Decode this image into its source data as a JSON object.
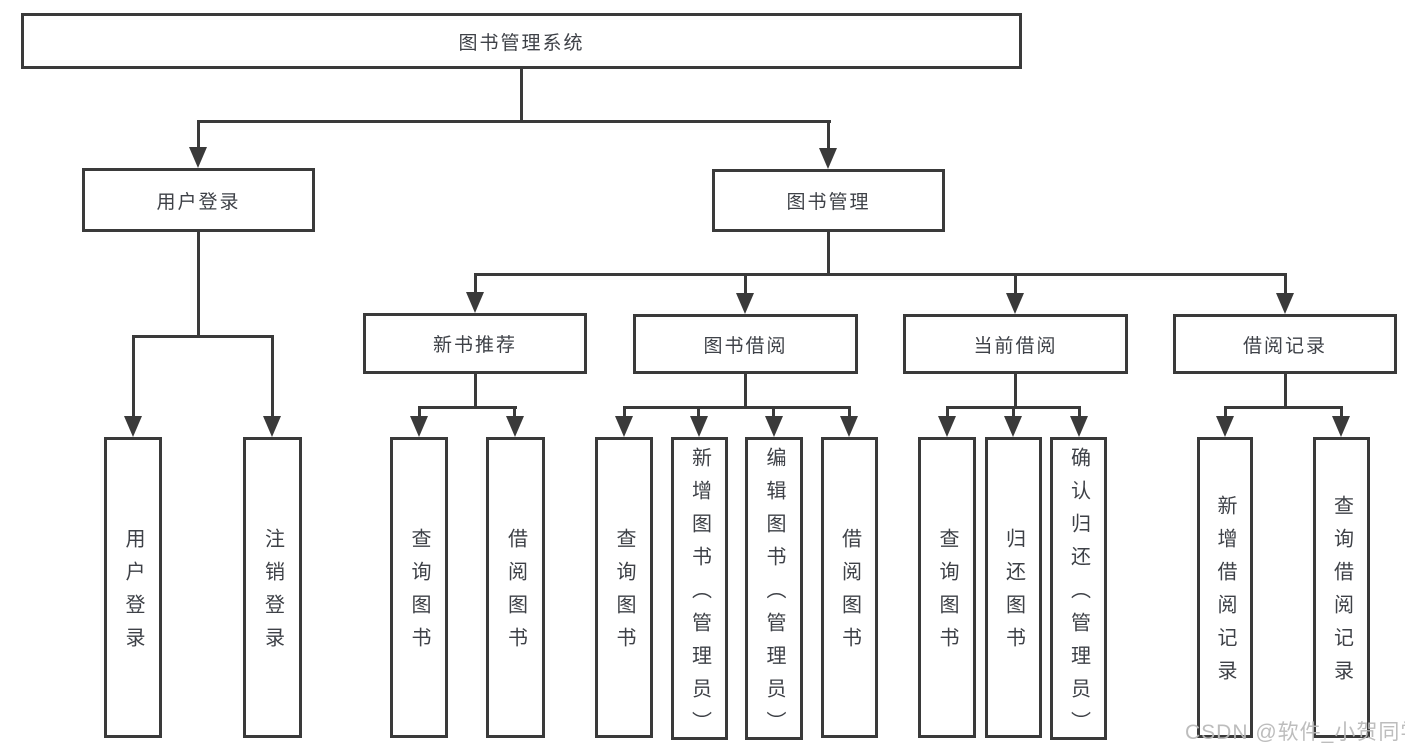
{
  "tree": {
    "root": {
      "label": "图书管理系统"
    },
    "user_login": {
      "label": "用户登录",
      "leaves": [
        "用户登录",
        "注销登录"
      ]
    },
    "book_mgmt": {
      "label": "图书管理",
      "branches": [
        {
          "label": "新书推荐",
          "leaves": [
            "查询图书",
            "借阅图书"
          ]
        },
        {
          "label": "图书借阅",
          "leaves": [
            "查询图书",
            "新增图书（管理员）",
            "编辑图书（管理员）",
            "借阅图书"
          ]
        },
        {
          "label": "当前借阅",
          "leaves": [
            "查询图书",
            "归还图书",
            "确认归还（管理员）"
          ]
        },
        {
          "label": "借阅记录",
          "leaves": [
            "新增借阅记录",
            "查询借阅记录"
          ]
        }
      ]
    }
  },
  "watermark": "CSDN @软件_小贺同学",
  "colors": {
    "line": "#3a3a3a",
    "text": "#3e4147",
    "watermark": "#b9b9b9"
  }
}
